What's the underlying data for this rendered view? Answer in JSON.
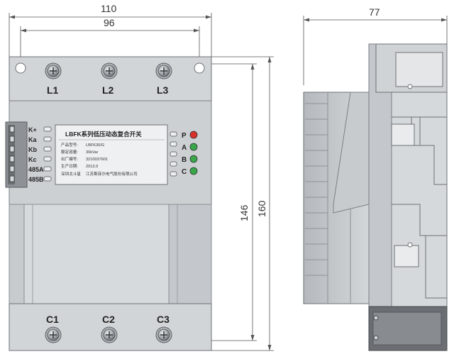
{
  "dimensions": {
    "overall_width": "110",
    "hole_spacing": "96",
    "overall_height": "160",
    "hole_height": "146",
    "depth": "77"
  },
  "terminals": {
    "top": [
      "L1",
      "L2",
      "L3"
    ],
    "bottom": [
      "C1",
      "C2",
      "C3"
    ]
  },
  "signals": [
    "K+",
    "Ka",
    "Kb",
    "Kc",
    "485A",
    "485B"
  ],
  "indicators": [
    {
      "label": "P",
      "color": "#d8312a"
    },
    {
      "label": "A",
      "color": "#3aa64a"
    },
    {
      "label": "B",
      "color": "#3aa64a"
    },
    {
      "label": "C",
      "color": "#3aa64a"
    }
  ],
  "nameplate": {
    "title": "LBFK系列低压动态复合开关",
    "rows": [
      {
        "label": "产品型号:",
        "value": "LBFK30/G"
      },
      {
        "label": "额定容量:",
        "value": "30kVar"
      },
      {
        "label": "出厂编号:",
        "value": "3210037601"
      },
      {
        "label": "生产日期:",
        "value": "2013.9"
      },
      {
        "label": "深圳北斗星",
        "value": "江苏斯菲尔电气股份有限公司"
      }
    ]
  }
}
